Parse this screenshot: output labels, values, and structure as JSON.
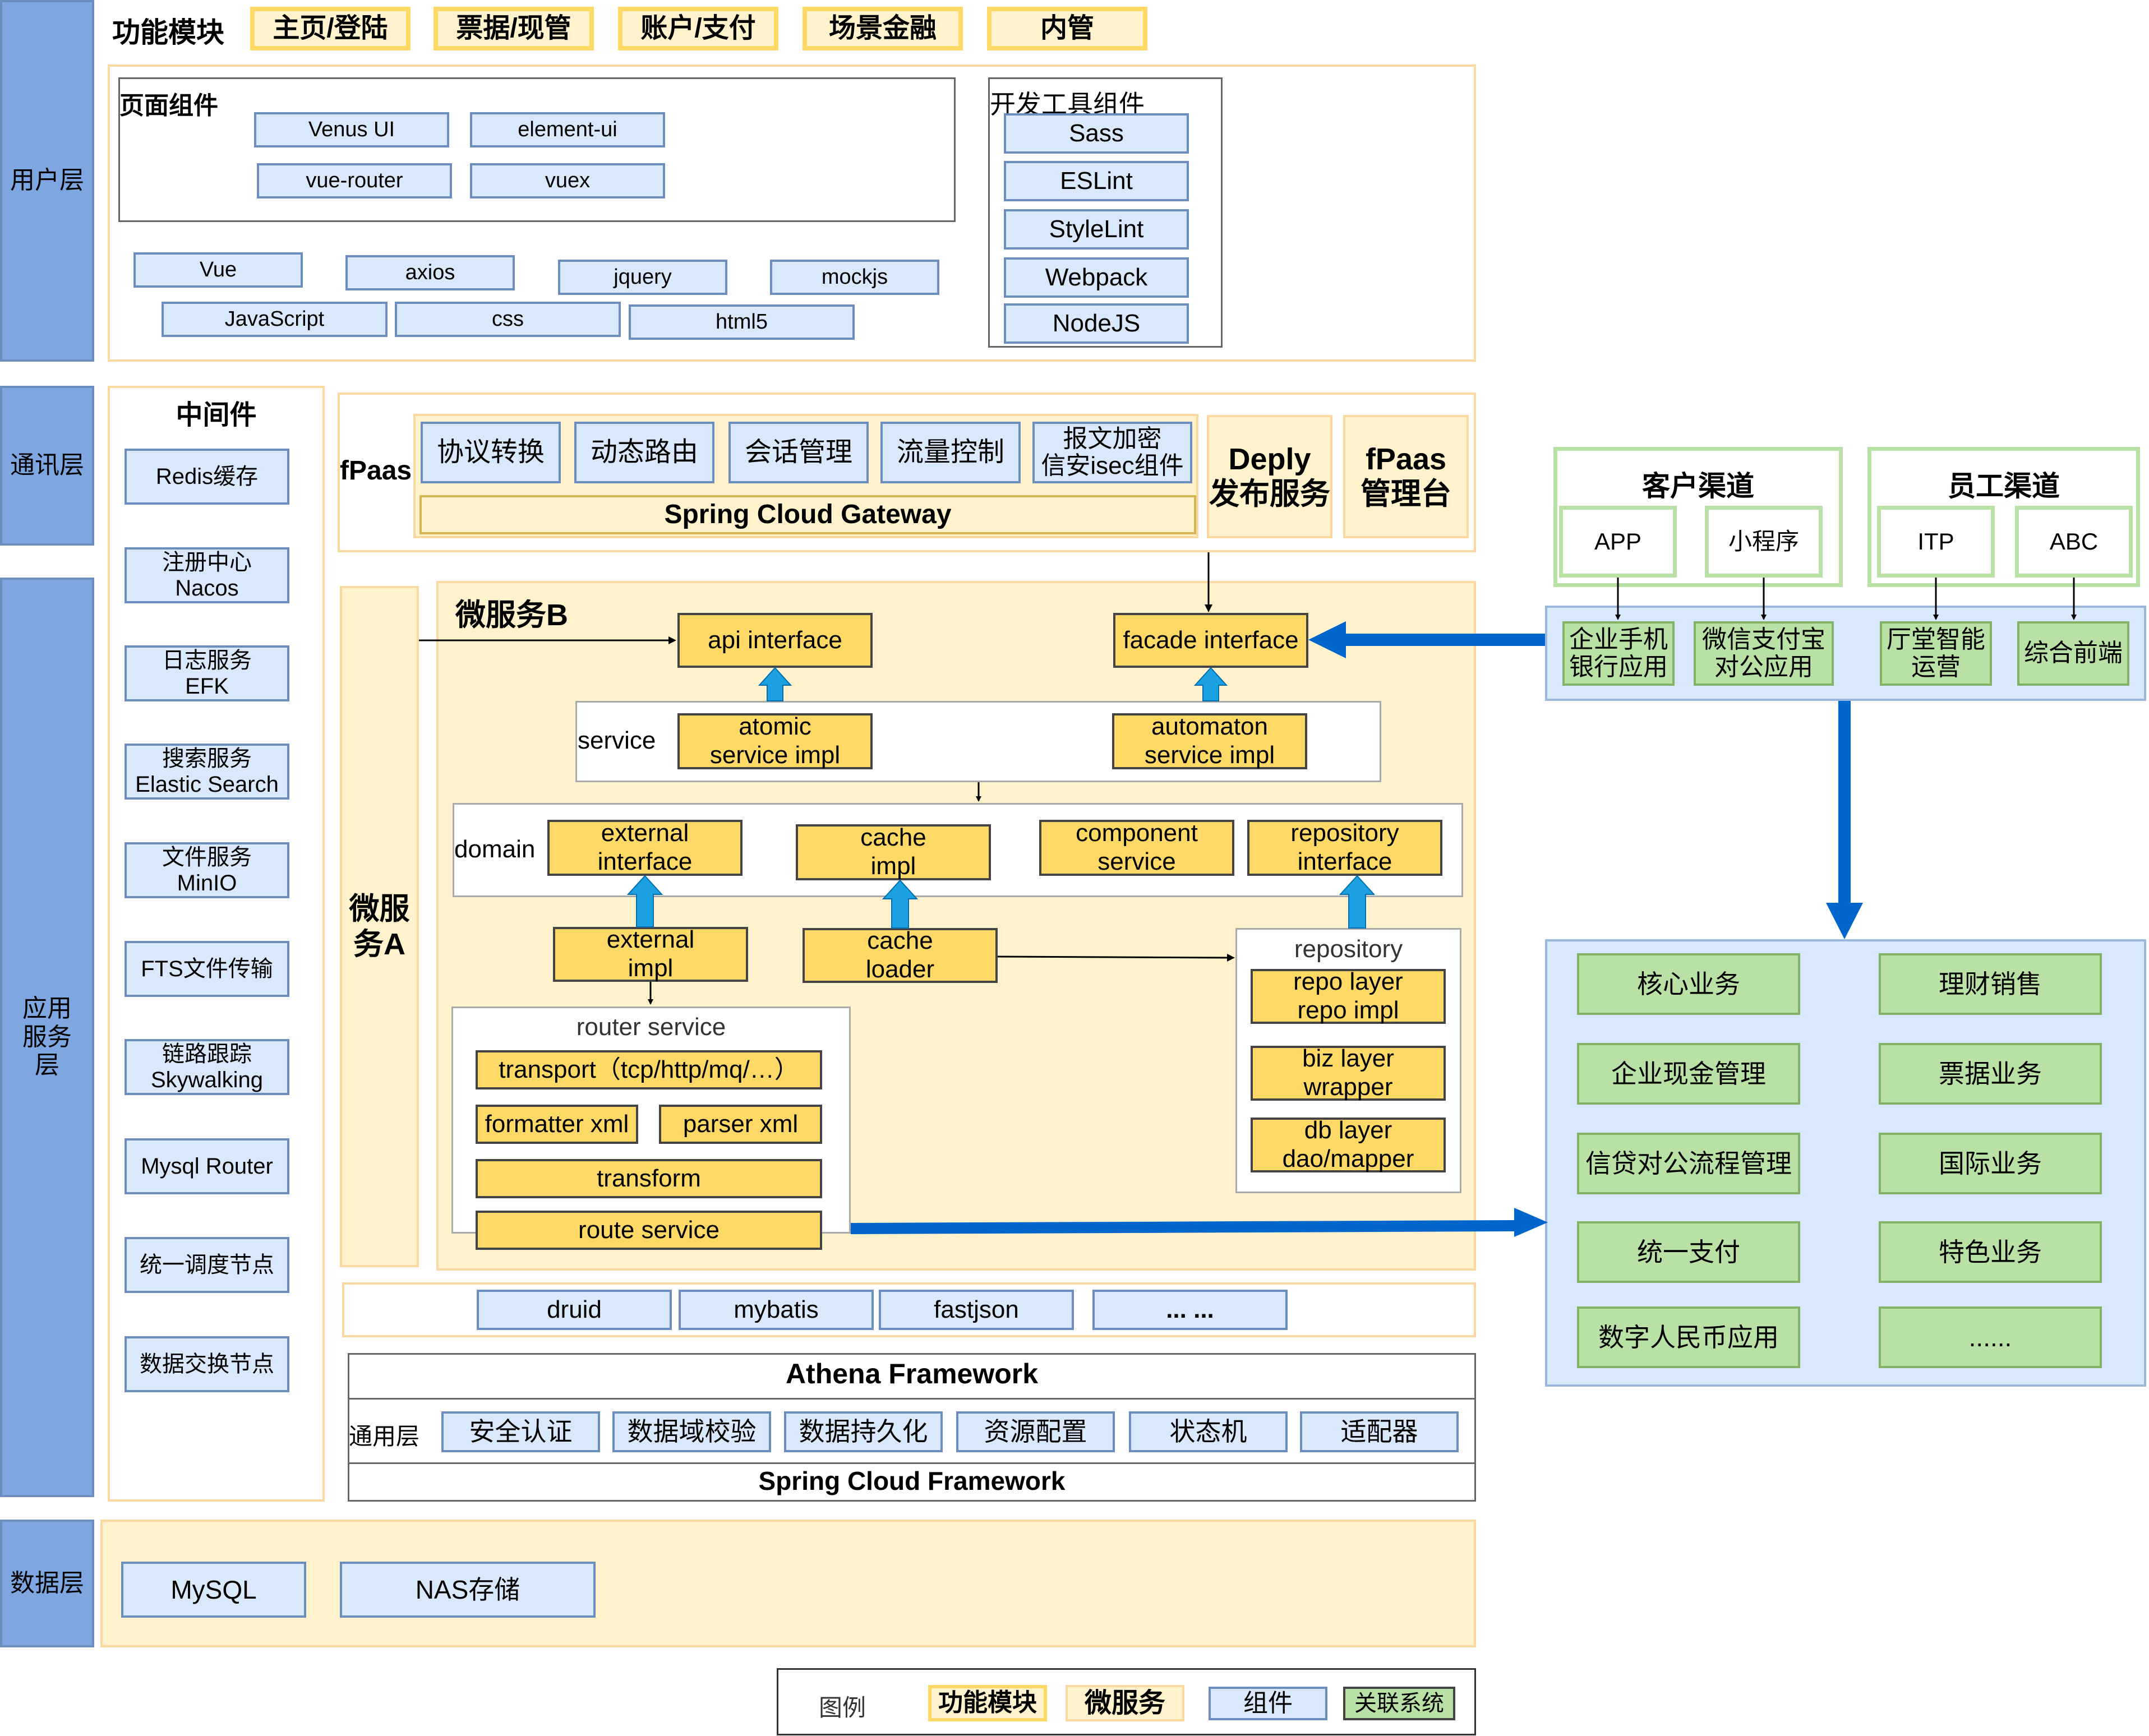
{
  "layers": {
    "user": "用户层",
    "comm": "通讯层",
    "app": "应用服务层",
    "data": "数据层"
  },
  "modules": {
    "title": "功能模块",
    "items": [
      "主页/登陆",
      "票据/现管",
      "账户/支付",
      "场景金融",
      "内管"
    ]
  },
  "page_components": {
    "title": "页面组件",
    "items": [
      "Venus UI",
      "element-ui",
      "vue-router",
      "vuex"
    ]
  },
  "libs": [
    "Vue",
    "axios",
    "jquery",
    "mockjs",
    "JavaScript",
    "css",
    "html5"
  ],
  "dev_tools": {
    "title": "开发工具组件",
    "items": [
      "Sass",
      "ESLint",
      "StyleLint",
      "Webpack",
      "NodeJS"
    ]
  },
  "middleware": {
    "title": "中间件",
    "items": [
      "Redis缓存",
      "注册中心\nNacos",
      "日志服务\nEFK",
      "搜索服务\nElastic Search",
      "文件服务\nMinIO",
      "FTS文件传输",
      "链路跟踪\nSkywalking",
      "Mysql Router",
      "统一调度节点",
      "数据交换节点"
    ]
  },
  "fpaas": {
    "label": "fPaas",
    "items": [
      "协议转换",
      "动态路由",
      "会话管理",
      "流量控制",
      "报文加密\n信安isec组件"
    ],
    "gateway": "Spring Cloud Gateway",
    "deploy": "Deply\n发布服务",
    "console": "fPaas\n管理台"
  },
  "ms_a": "微服\n务A",
  "ms_b": {
    "title": "微服务B",
    "api": "api interface",
    "facade": "facade interface",
    "service_label": "service",
    "atomic": "atomic\nservice impl",
    "automaton": "automaton\nservice impl",
    "domain_label": "domain",
    "ext_if": "external\ninterface",
    "cache_impl": "cache\nimpl",
    "component": "component\nservice",
    "repo_if": "repository\ninterface",
    "ext_impl": "external\nimpl",
    "cache_loader": "cache\nloader",
    "repository_label": "repository",
    "repo_layer": "repo layer\nrepo impl",
    "biz_layer": "biz layer\nwrapper",
    "db_layer": "db layer\ndao/mapper",
    "router_label": "router service",
    "transport": "transport（tcp/http/mq/…）",
    "formatter": "formatter xml",
    "parser": "parser xml",
    "transform": "transform",
    "route": "route service"
  },
  "tools": [
    "druid",
    "mybatis",
    "fastjson",
    "... ..."
  ],
  "athena": {
    "title": "Athena Framework",
    "common": "通用层",
    "items": [
      "安全认证",
      "数据域校验",
      "数据持久化",
      "资源配置",
      "状态机",
      "适配器"
    ],
    "spring": "Spring Cloud Framework"
  },
  "databases": [
    "MySQL",
    "NAS存储"
  ],
  "customer": {
    "title": "客户渠道",
    "items": [
      "APP",
      "小程序"
    ]
  },
  "staff": {
    "title": "员工渠道",
    "items": [
      "ITP",
      "ABC"
    ]
  },
  "channel_apps": [
    "企业手机\n银行应用",
    "微信支付宝\n对公应用",
    "厅堂智能\n运营",
    "综合前端"
  ],
  "business": [
    "核心业务",
    "理财销售",
    "企业现金管理",
    "票据业务",
    "信贷对公流程管理",
    "国际业务",
    "统一支付",
    "特色业务",
    "数字人民币应用",
    "......"
  ],
  "legend": {
    "title": "图例",
    "module": "功能模块",
    "micro": "微服务",
    "component": "组件",
    "related": "关联系统"
  },
  "colors": {
    "layer": "#7ea6e0",
    "component": "#dae8fc",
    "microservice": "#fff2cc",
    "interface": "#ffd966",
    "related": "#b9e0a5",
    "arrow": "#0066cc",
    "cyan_arrow": "#1ba1e2"
  }
}
